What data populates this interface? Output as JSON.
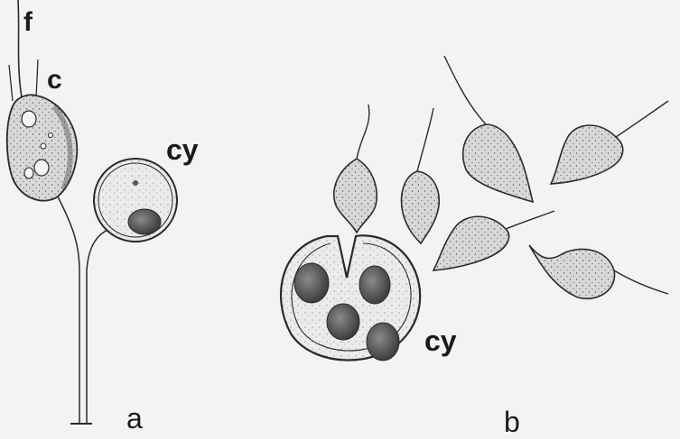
{
  "labels": {
    "flagellum": "f",
    "collar": "c",
    "cyst_a": "cy",
    "cyst_b": "cy",
    "panel_a": "a",
    "panel_b": "b"
  },
  "colors": {
    "ink": "#1a1a1a",
    "cell_fill": "#c9c9c9",
    "cell_dark": "#8a8a8a",
    "nucleus": "#5a5a5a",
    "background": "#f4f3f1"
  }
}
